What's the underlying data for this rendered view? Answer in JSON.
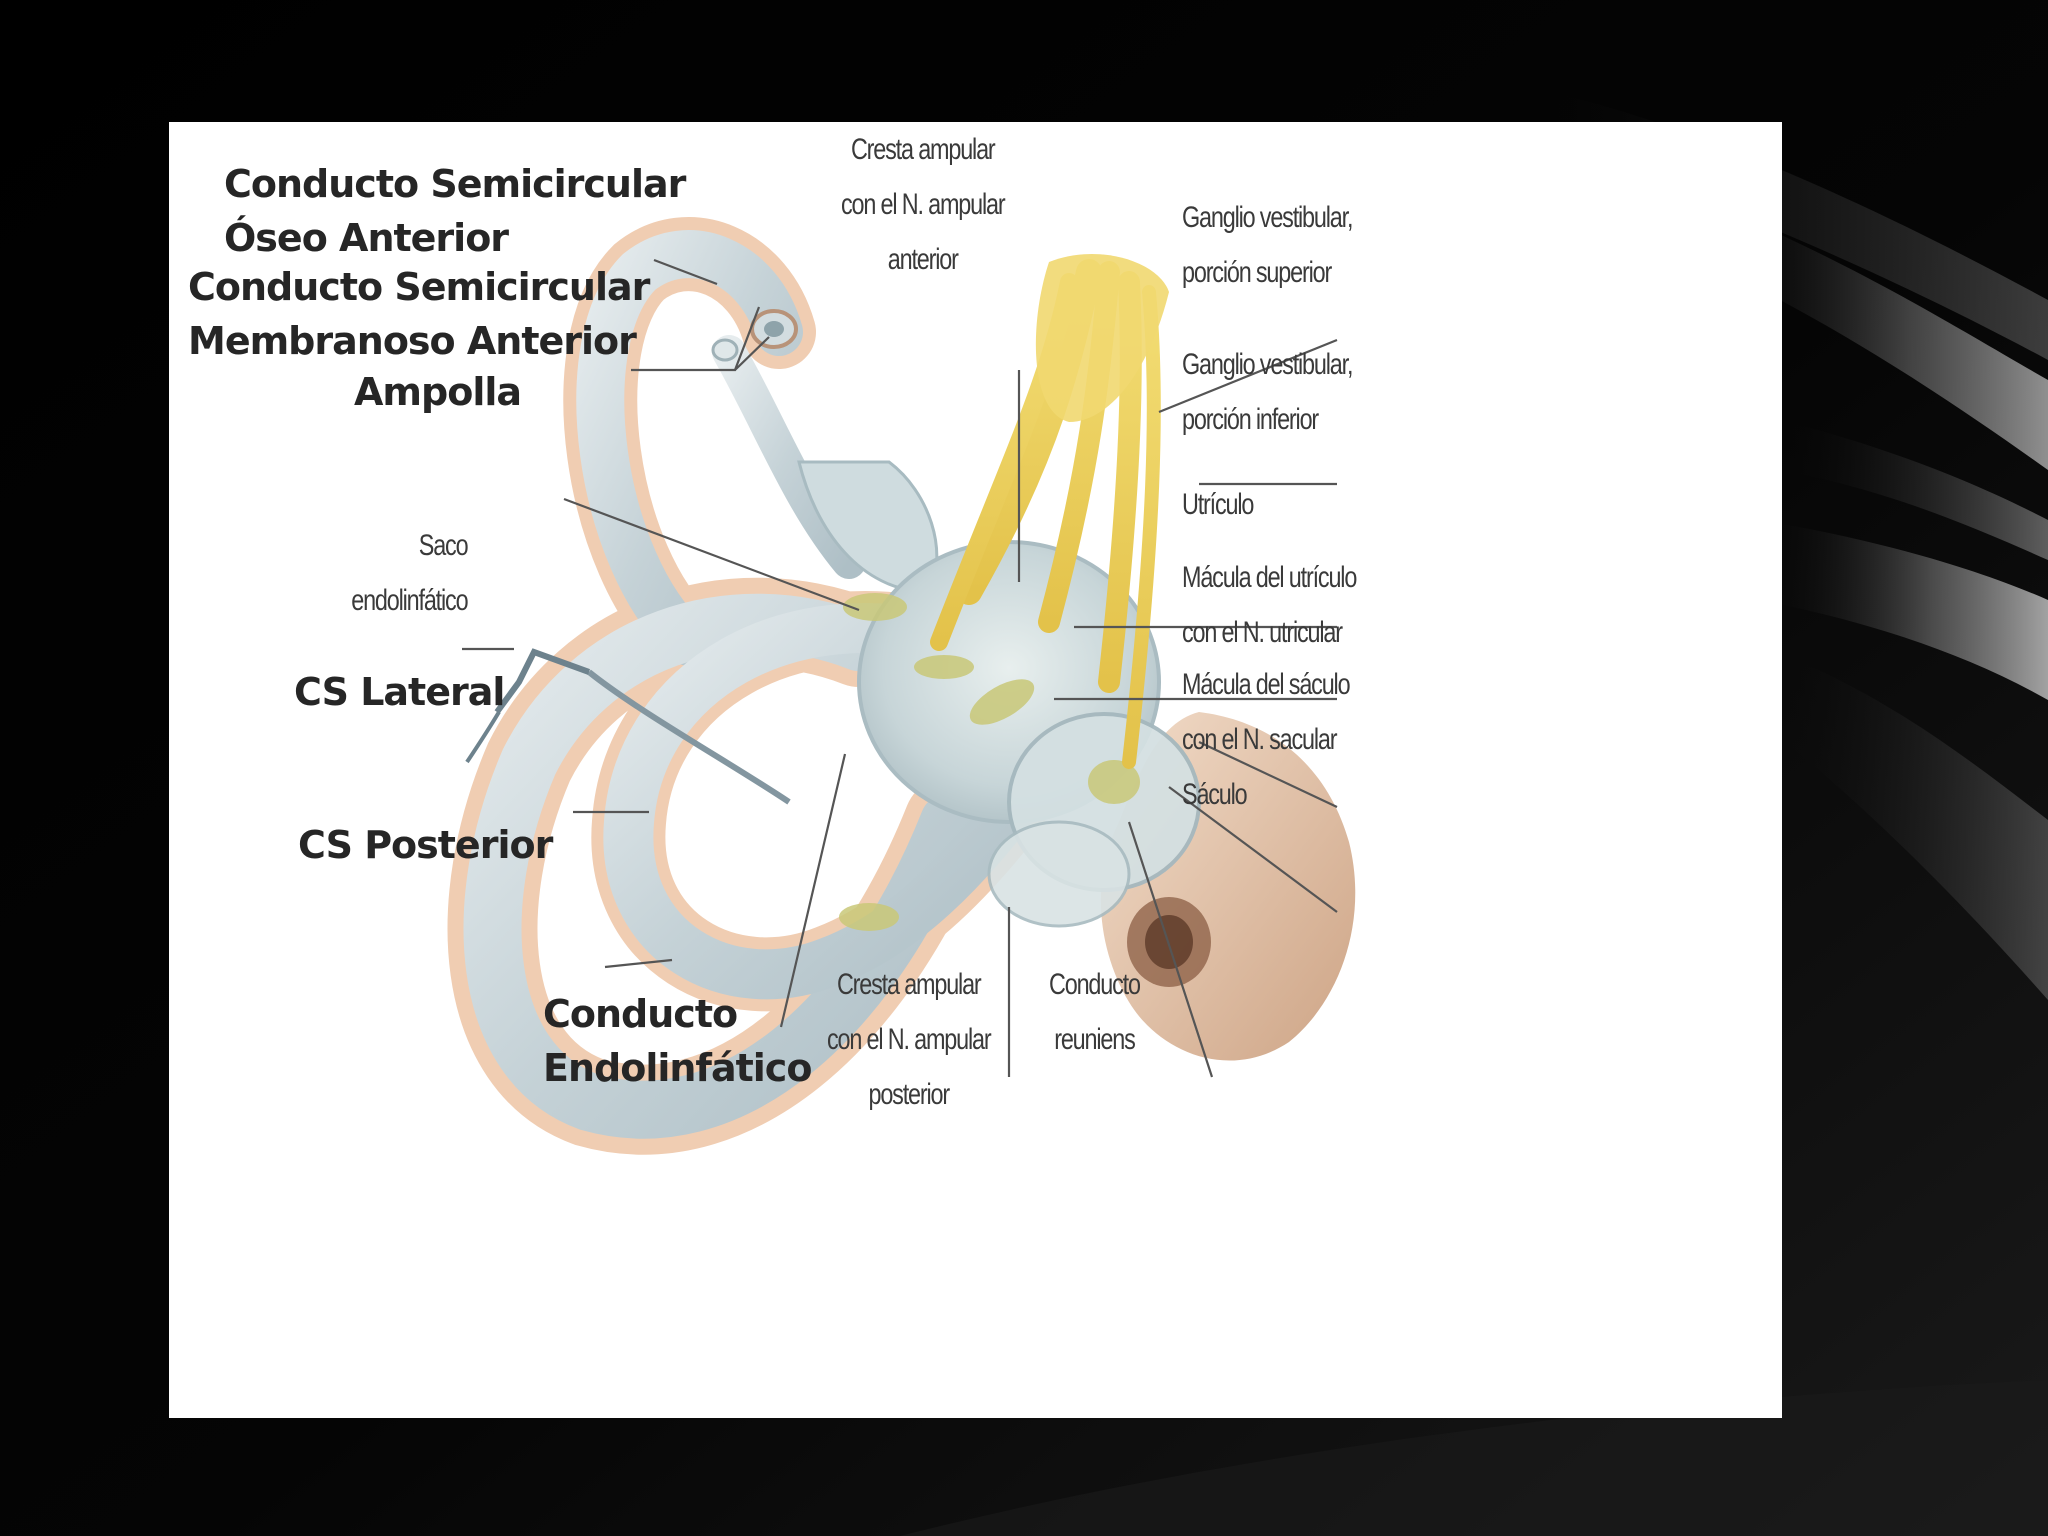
{
  "diagram": {
    "labels": {
      "cs_oseo_anterior": [
        "Conducto Semicircular",
        "Óseo Anterior"
      ],
      "cs_membranoso_anterior": [
        "Conducto Semicircular",
        "Membranoso Anterior"
      ],
      "ampolla": "Ampolla",
      "saco_endolinfatico": [
        "Saco",
        "endolinfático"
      ],
      "cs_lateral": "CS Lateral",
      "cs_posterior": "CS Posterior",
      "conducto_endolinfatico": [
        "Conducto",
        "Endolinfático"
      ],
      "cresta_ampular_anterior": [
        "Cresta ampular",
        "con el N. ampular",
        "anterior"
      ],
      "cresta_ampular_posterior": [
        "Cresta ampular",
        "con el N. ampular",
        "posterior"
      ],
      "conducto_reuniens": [
        "Conducto",
        "reuniens"
      ],
      "ganglio_superior": [
        "Ganglio vestibular,",
        "porción superior"
      ],
      "ganglio_inferior": [
        "Ganglio vestibular,",
        "porción inferior"
      ],
      "utriculo": "Utrículo",
      "macula_utriculo": [
        "Mácula del utrículo",
        "con el N. utricular"
      ],
      "macula_saculo": [
        "Mácula del sáculo",
        "con el N. sacular"
      ],
      "saculo": "Sáculo"
    }
  }
}
